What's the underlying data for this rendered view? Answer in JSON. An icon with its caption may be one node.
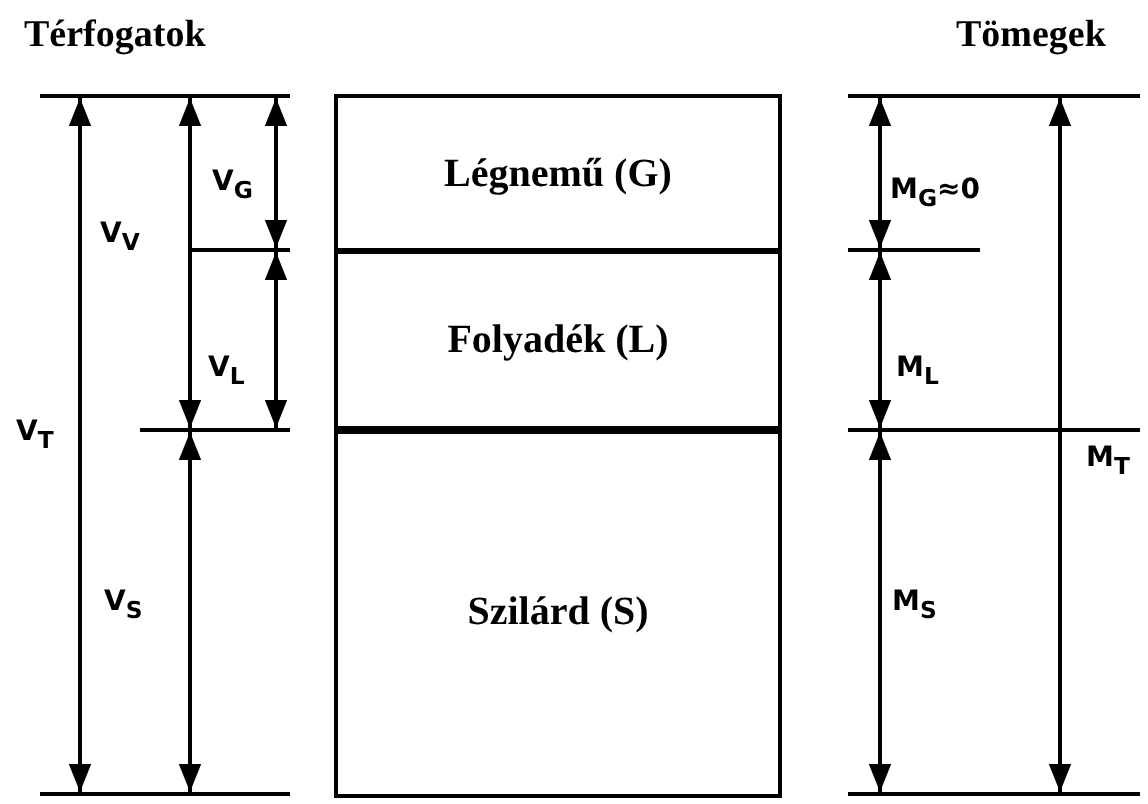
{
  "diagram": {
    "nodes": [
      {
        "text": [
          "Légnemű (G)"
        ]
      },
      {
        "text": [
          "Folyadék (L)"
        ]
      },
      {
        "text": [
          "Szilárd (S)"
        ]
      }
    ],
    "labels": [
      "Térfogatok",
      "Tömegek",
      "V$_{G}$",
      "M$_{G}$≈0",
      "V$_{V}$",
      "V$_{L}$",
      "M$_{L}$",
      "V$_{T}$",
      "M$_{T}$",
      "V$_{S}$",
      "M$_{S}$"
    ]
  }
}
